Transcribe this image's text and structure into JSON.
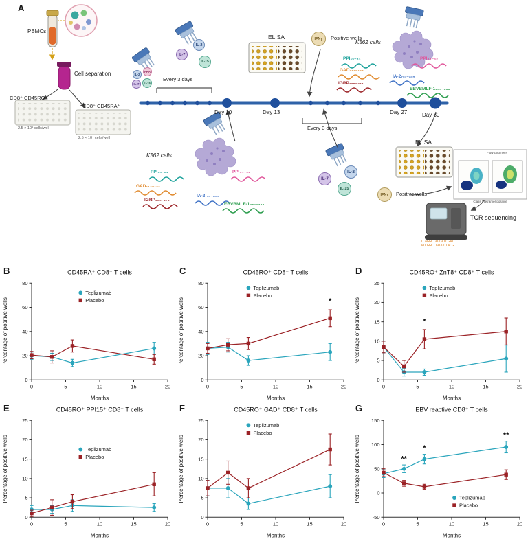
{
  "colors": {
    "teplizumab": "#2aa5bc",
    "placebo": "#9b2226",
    "timeline": "#2e62a8"
  },
  "panelA": {
    "label": "A",
    "pbmcs": "PBMCs",
    "cell_separation": "Cell separation",
    "plate_ro_label": "CD8⁺ CD45RO⁺",
    "plate_ra_label": "CD8⁺ CD45RA⁺",
    "cells_per_well": "2.5 × 10⁴ cells/well",
    "every_3_days": "Every 3 days",
    "elisa": "ELISA",
    "ifng": "IFNγ",
    "positive_wells": "Positive wells",
    "k562": "K562 cells",
    "days": [
      "Day 10",
      "Day 13",
      "Day 27",
      "Day 30"
    ],
    "cytokines_small": [
      "IL-2",
      "PHA",
      "IL-7",
      "IL-15"
    ],
    "cytokines_top": [
      "IL-7",
      "IL-2",
      "IL-15"
    ],
    "cytokines_mid": [
      "IL-7",
      "IL-2",
      "IL-15"
    ],
    "peptides": [
      {
        "label": "PPI₁₅₋₂₄",
        "color": "#18a099"
      },
      {
        "label": "PPI₃₄₋₄₂",
        "color": "#e0559a"
      },
      {
        "label": "GAD₁₁₄₋₁₂₃",
        "color": "#e08a2e"
      },
      {
        "label": "IGRP₂₆₅₋₂₇₃",
        "color": "#9b2226"
      },
      {
        "label": "IA-2₇₉₇₋₈₀₅",
        "color": "#3b6fc4"
      },
      {
        "label": "EBVBMLF-1₂₈₀₋₂₈₈",
        "color": "#2e9e4f"
      }
    ],
    "flow_cytometry": "Flow cytometry",
    "tetramer_axis": "Class I Tetramer positive",
    "tcr_sequencing": "TCR sequencing",
    "sequence_text": "TCAGGCTAGCATCGAT\nATCGGCTTAGGCTACG"
  },
  "chart_data": [
    {
      "panel": "B",
      "type": "line",
      "title": "CD45RA⁺ CD8⁺ T cells",
      "xlabel": "Months",
      "ylabel": "Percentage of positive wells",
      "x": [
        0,
        3,
        6,
        18
      ],
      "xlim": [
        0,
        20
      ],
      "xticks": [
        0,
        5,
        10,
        15,
        20
      ],
      "ylim": [
        0,
        80
      ],
      "yticks": [
        0,
        20,
        40,
        60,
        80
      ],
      "legend_pos": [
        0.36,
        0.1
      ],
      "series": [
        {
          "name": "Teplizumab",
          "color": "#2aa5bc",
          "marker": "circle",
          "values": [
            20,
            19,
            14,
            26
          ],
          "err": [
            3,
            3,
            3,
            5
          ]
        },
        {
          "name": "Placebo",
          "color": "#9b2226",
          "marker": "square",
          "values": [
            20.5,
            19,
            28,
            17
          ],
          "err": [
            3,
            5,
            5,
            4
          ]
        }
      ],
      "annotations": []
    },
    {
      "panel": "C",
      "type": "line",
      "title": "CD45RO⁺ CD8⁺ T cells",
      "xlabel": "Months",
      "ylabel": "Percentage of positive wells",
      "x": [
        0,
        3,
        6,
        18
      ],
      "xlim": [
        0,
        20
      ],
      "xticks": [
        0,
        5,
        10,
        15,
        20
      ],
      "ylim": [
        0,
        80
      ],
      "yticks": [
        0,
        20,
        40,
        60,
        80
      ],
      "legend_pos": [
        0.3,
        0.05
      ],
      "series": [
        {
          "name": "Teplizumab",
          "color": "#2aa5bc",
          "marker": "circle",
          "values": [
            26,
            27,
            16,
            23
          ],
          "err": [
            5,
            4,
            4,
            7
          ]
        },
        {
          "name": "Placebo",
          "color": "#9b2226",
          "marker": "square",
          "values": [
            26,
            29,
            30,
            51
          ],
          "err": [
            4,
            5,
            5,
            7
          ]
        }
      ],
      "annotations": [
        {
          "x": 18,
          "y": 63,
          "text": "*"
        }
      ]
    },
    {
      "panel": "D",
      "type": "line",
      "title": "CD45RO⁺ ZnT8⁺ CD8⁺ T cells",
      "xlabel": "Months",
      "ylabel": "Percentage of positive wells",
      "x": [
        0,
        3,
        6,
        18
      ],
      "xlim": [
        0,
        20
      ],
      "xticks": [
        0,
        5,
        10,
        15,
        20
      ],
      "ylim": [
        0,
        25
      ],
      "yticks": [
        0,
        5,
        10,
        15,
        20,
        25
      ],
      "legend_pos": [
        0.3,
        0.05
      ],
      "series": [
        {
          "name": "Teplizumab",
          "color": "#2aa5bc",
          "marker": "circle",
          "values": [
            8.5,
            2,
            2,
            5.5
          ],
          "err": [
            1.5,
            1,
            0.8,
            3.5
          ]
        },
        {
          "name": "Placebo",
          "color": "#9b2226",
          "marker": "square",
          "values": [
            8.5,
            3.5,
            10.5,
            12.5
          ],
          "err": [
            1.5,
            1.5,
            2.5,
            3.5
          ]
        }
      ],
      "annotations": [
        {
          "x": 6,
          "y": 14.5,
          "text": "*"
        }
      ]
    },
    {
      "panel": "E",
      "type": "line",
      "title": "CD45RO⁺ PPI15⁺ CD8⁺ T cells",
      "xlabel": "Months",
      "ylabel": "Percentage of positive wells",
      "x": [
        0,
        3,
        6,
        18
      ],
      "xlim": [
        0,
        20
      ],
      "xticks": [
        0,
        5,
        10,
        15,
        20
      ],
      "ylim": [
        0,
        25
      ],
      "yticks": [
        0,
        5,
        10,
        15,
        20,
        25
      ],
      "legend_pos": [
        0.36,
        0.3
      ],
      "series": [
        {
          "name": "Teplizumab",
          "color": "#2aa5bc",
          "marker": "circle",
          "values": [
            2,
            2,
            3,
            2.5
          ],
          "err": [
            1,
            1,
            1.5,
            1
          ]
        },
        {
          "name": "Placebo",
          "color": "#9b2226",
          "marker": "square",
          "values": [
            1,
            2.5,
            4,
            8.5
          ],
          "err": [
            0.8,
            2,
            1.8,
            3
          ]
        }
      ],
      "annotations": []
    },
    {
      "panel": "F",
      "type": "line",
      "title": "CD45RO⁺ GAD⁺ CD8⁺ T cells",
      "xlabel": "Months",
      "ylabel": "Percentage of positive wells",
      "x": [
        0,
        3,
        6,
        18
      ],
      "xlim": [
        0,
        20
      ],
      "xticks": [
        0,
        5,
        10,
        15,
        20
      ],
      "ylim": [
        0,
        25
      ],
      "yticks": [
        0,
        5,
        10,
        15,
        20,
        25
      ],
      "legend_pos": [
        0.3,
        0.05
      ],
      "series": [
        {
          "name": "Teplizumab",
          "color": "#2aa5bc",
          "marker": "circle",
          "values": [
            7.5,
            7.5,
            3.5,
            8
          ],
          "err": [
            2,
            2.5,
            1.5,
            3
          ]
        },
        {
          "name": "Placebo",
          "color": "#9b2226",
          "marker": "square",
          "values": [
            7.5,
            11.5,
            7.5,
            17.5
          ],
          "err": [
            2,
            3,
            2.5,
            4
          ]
        }
      ],
      "annotations": []
    },
    {
      "panel": "G",
      "type": "line",
      "title": "EBV reactive CD8⁺ T cells",
      "xlabel": "Months",
      "ylabel": "Percentage of positive wells",
      "x": [
        0,
        3,
        6,
        18
      ],
      "xlim": [
        0,
        20
      ],
      "xticks": [
        0,
        5,
        10,
        15,
        20
      ],
      "ylim": [
        -50,
        150
      ],
      "yticks": [
        -50,
        0,
        50,
        100,
        150
      ],
      "legend_pos": [
        0.52,
        0.8
      ],
      "series": [
        {
          "name": "Teplizumab",
          "color": "#2aa5bc",
          "marker": "circle",
          "values": [
            40,
            50,
            70,
            95
          ],
          "err": [
            8,
            8,
            10,
            12
          ]
        },
        {
          "name": "Placebo",
          "color": "#9b2226",
          "marker": "square",
          "values": [
            42,
            20,
            13,
            38
          ],
          "err": [
            8,
            6,
            5,
            10
          ]
        }
      ],
      "annotations": [
        {
          "x": 3,
          "y": 66,
          "text": "**"
        },
        {
          "x": 6,
          "y": 88,
          "text": "*"
        },
        {
          "x": 18,
          "y": 115,
          "text": "**"
        }
      ]
    }
  ]
}
